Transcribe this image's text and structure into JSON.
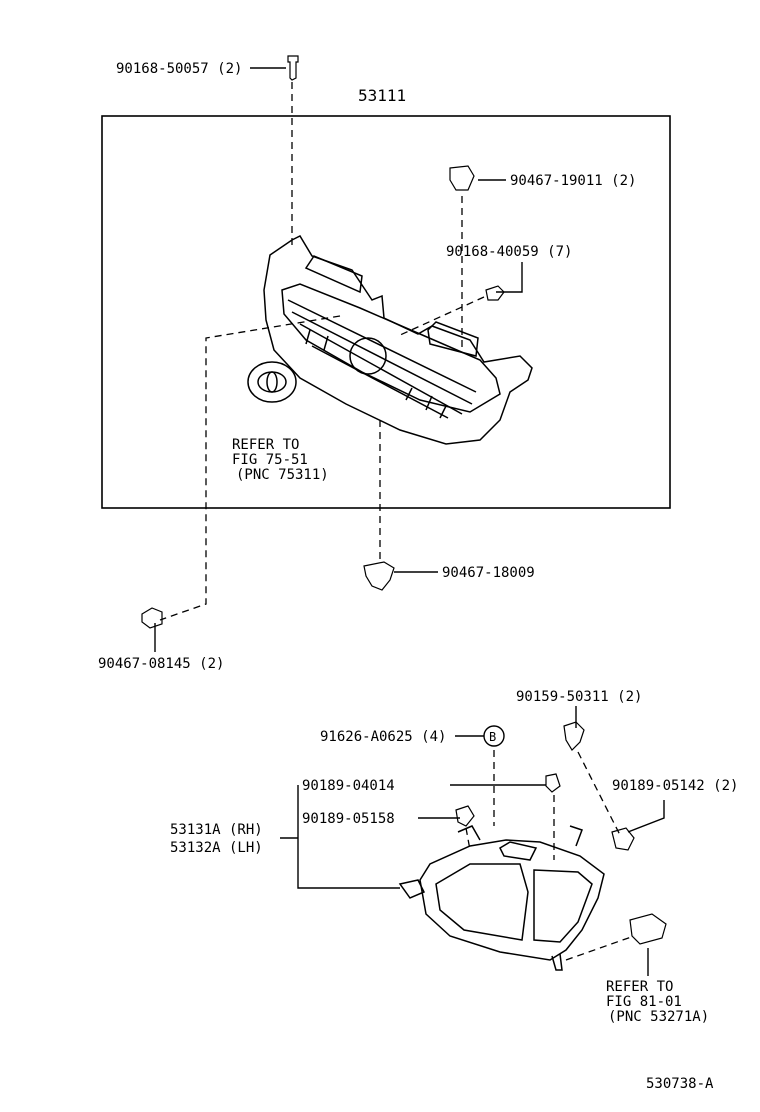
{
  "diagram": {
    "main_part": "53111",
    "diagram_id": "530738-A",
    "parts": {
      "p_90168_50057": "90168-50057 (2)",
      "p_90467_19011": "90467-19011 (2)",
      "p_90168_40059": "90168-40059 (7)",
      "p_90467_18009": "90467-18009",
      "p_90467_08145": "90467-08145 (2)",
      "p_90159_50311": "90159-50311 (2)",
      "p_91626_A0625": "91626-A0625 (4)",
      "p_90189_04014": "90189-04014",
      "p_90189_05142": "90189-05142 (2)",
      "p_90189_05158": "90189-05158",
      "p_53131A": "53131A (RH)",
      "p_53132A": "53132A (LH)"
    },
    "callout_b": "B",
    "refer_emblem": [
      "REFER TO",
      "FIG 75-51",
      "(PNC 75311)"
    ],
    "refer_lamp": [
      "REFER TO",
      "FIG 81-01",
      "(PNC 53271A)"
    ]
  }
}
